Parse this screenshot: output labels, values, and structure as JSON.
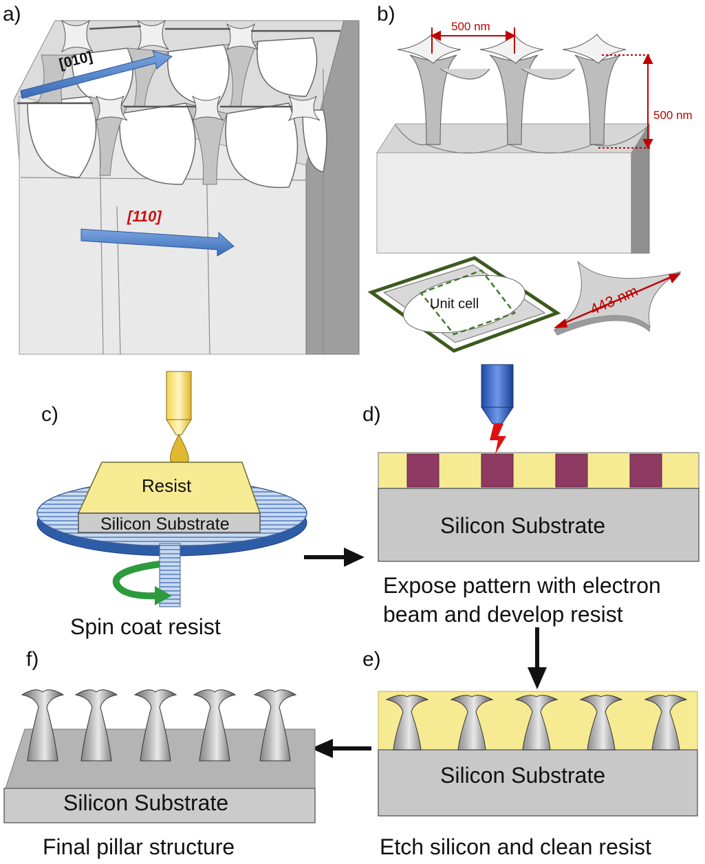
{
  "panels": {
    "a": {
      "label": "a)",
      "dir_top": "[010]",
      "dir_front": "[110]"
    },
    "b": {
      "label": "b)",
      "dim_horizontal": "500 nm",
      "dim_vertical": "500 nm",
      "unit_cell": "Unit cell",
      "star_width": "443 nm"
    },
    "c": {
      "label": "c)",
      "resist": "Resist",
      "substrate": "Silicon Substrate",
      "caption": "Spin coat resist"
    },
    "d": {
      "label": "d)",
      "substrate": "Silicon Substrate",
      "caption_line1": "Expose pattern with electron",
      "caption_line2": "beam and develop resist"
    },
    "e": {
      "label": "e)",
      "substrate": "Silicon Substrate",
      "caption": "Etch silicon and clean resist"
    },
    "f": {
      "label": "f)",
      "substrate": "Silicon Substrate",
      "caption": "Final pillar structure"
    }
  },
  "colors": {
    "silicon": "#c8c8c8",
    "silicon_side": "#a8a8a8",
    "resist": "#f6eb93",
    "exposed": "#8e3a62",
    "arrow_blue": "#4a7fc8",
    "dim_red": "#c00000",
    "unit_cell_green": "#3d5a1e",
    "spin_green": "#2e9a3e",
    "beam_blue": "#2f5fc4"
  }
}
